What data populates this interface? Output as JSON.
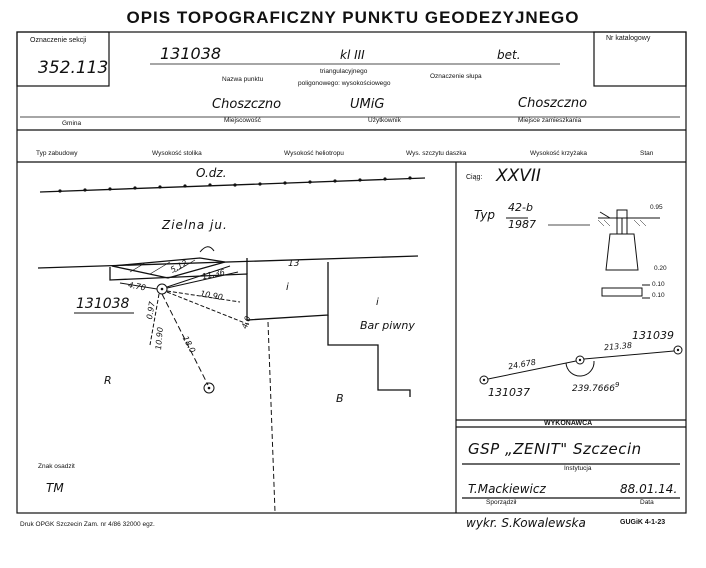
{
  "header": {
    "title": "OPIS TOPOGRAFICZNY PUNKTU GEODEZYJNEGO"
  },
  "row1": {
    "sekcja_label": "Oznaczenie sekcji",
    "sekcja_value": "352.113",
    "katalog_label": "Nr katalogowy",
    "nazwa_value": "131038",
    "klasa_value": "kl III",
    "slup_value": "bet.",
    "nazwa_label": "Nazwa punktu",
    "nazwa_sub1": "triangulacyjnego",
    "nazwa_sub2": "poligonowego: wysokościowego",
    "slup_label": "Oznaczenie słupa"
  },
  "row2": {
    "gmina_value": "Choszczno",
    "gmina_label": "Gmina",
    "miejscowosc_label": "Miejscowość",
    "uzytkownik_value": "UMiG",
    "uzytkownik_label": "Użytkownik",
    "zamieszkanie_value": "Choszczno",
    "zamieszkanie_label": "Miejsce zamieszkania"
  },
  "row3": {
    "items": [
      "Typ zabudowy",
      "Wysokość stolika",
      "Wysokość heliotropu",
      "Wys. szczytu daszka",
      "Wysokość krzyżaka",
      "Stan"
    ]
  },
  "sketch": {
    "road_label": "O.dz.",
    "street_label": "Zielna ju.",
    "point_label": "131038",
    "building_no": "13",
    "building_i": "i",
    "bar_i": "i",
    "bar_label": "Bar piwny",
    "land_r": "R",
    "land_b": "B",
    "measures": [
      "5.12",
      "11.36",
      "4.70",
      "10.90",
      "0.97",
      "10.90",
      "18.0",
      "4.0"
    ]
  },
  "right": {
    "ciag_label": "Ciąg:",
    "ciag_value": "XXVII",
    "typ_label": "Typ",
    "typ_num": "42-b",
    "typ_den": "1987",
    "dim_top": "0.95",
    "dim_mid": "0.20",
    "dim_low1": "0.10",
    "dim_low2": "0.10",
    "pt_right": "131039",
    "pt_left": "131037",
    "dist1": "24.678",
    "dist2": "213.38",
    "angle": "239.7666",
    "angle_sup": "9"
  },
  "exec": {
    "wykonawca_label": "WYKONAWCA",
    "instytucja_value": "GSP „ZENIT\" Szczecin",
    "instytucja_label": "Instytucja",
    "sporzadzil_value": "T.Mackiewicz",
    "sporzadzil_label": "Sporządził",
    "data_value": "88.01.14.",
    "data_label": "Data"
  },
  "bottom": {
    "znak_label": "Znak osadzit",
    "znak_value": "TM",
    "druk": "Druk OPGK Szczecin Zam. nr 4/86  32000 egz.",
    "wykr": "wykr. S.Kowalewska",
    "gugik": "GUGiK 4-1-23"
  }
}
